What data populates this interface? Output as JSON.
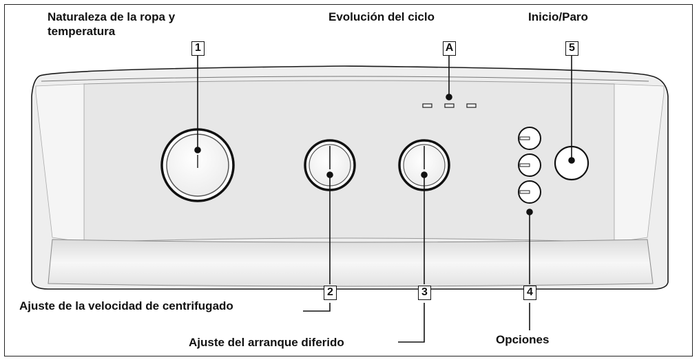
{
  "callouts": {
    "c1": {
      "badge": "1",
      "label": "Naturaleza de la ropa y temperatura"
    },
    "cA": {
      "badge": "A",
      "label": "Evolución del ciclo"
    },
    "c5": {
      "badge": "5",
      "label": "Inicio/Paro"
    },
    "c2": {
      "badge": "2",
      "label": "Ajuste de la velocidad de centrifugado"
    },
    "c3": {
      "badge": "3",
      "label": "Ajuste del arranque diferido"
    },
    "c4": {
      "badge": "4",
      "label": "Opciones"
    }
  },
  "colors": {
    "panel": "#ececec",
    "panel_inner": "#e6e6e6",
    "outline": "#1a1a1a",
    "knob_face": "#ffffff",
    "knob_ring": "#111111"
  },
  "icons": [
    "program-knob-icon",
    "spin-speed-knob-icon",
    "delay-start-knob-icon",
    "option-button-icon",
    "start-stop-button-icon",
    "cycle-led-icon"
  ]
}
